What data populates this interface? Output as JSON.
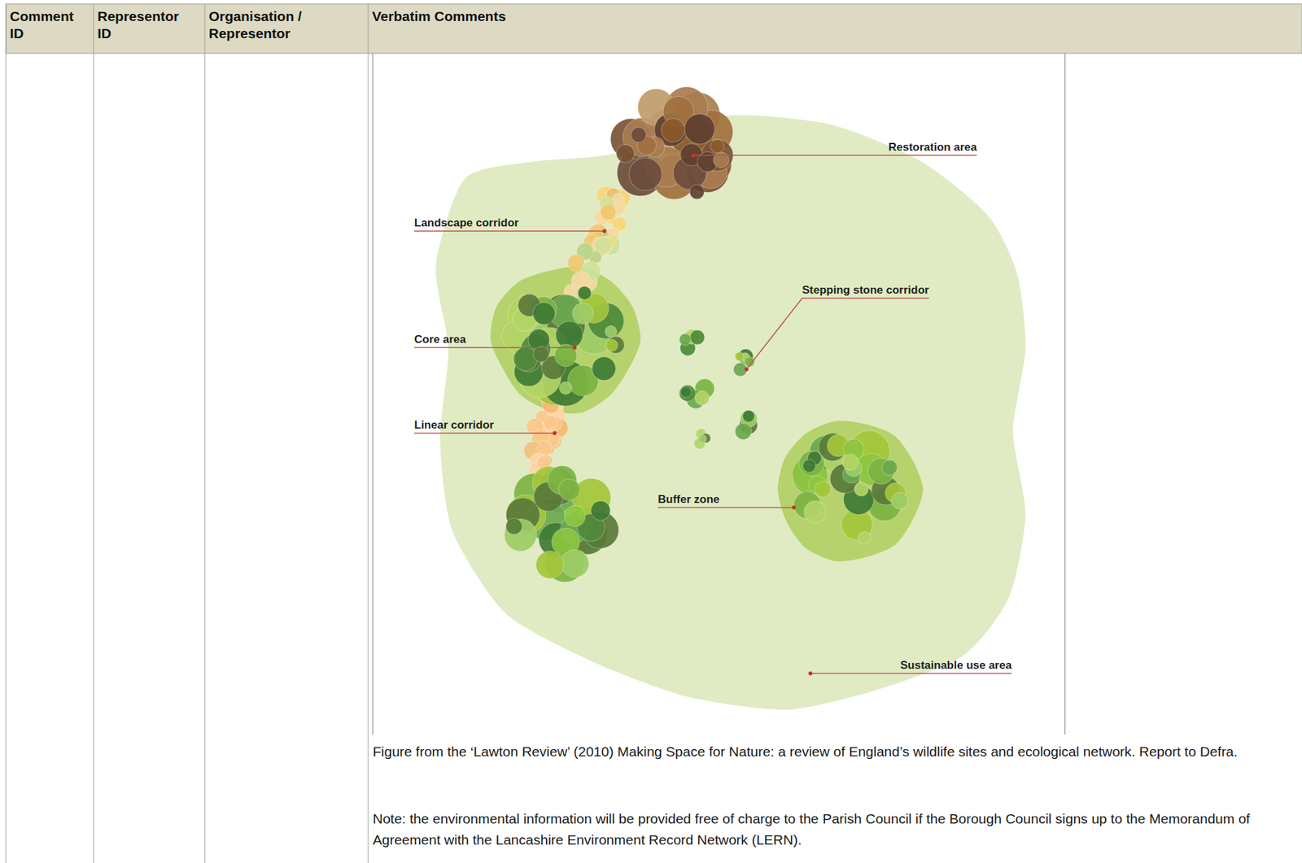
{
  "diagram": {
    "caption": "Figure from the ‘Lawton Review’ (2010) Making Space for Nature: a review of England’s wildlife sites and ecological network. Report to Defra.",
    "labels": [
      "Comment ID",
      "Representor ID",
      "Organisation / Representor",
      "Verbatim Comments",
      "Restoration area",
      "Landscape corridor",
      "Stepping stone corridor",
      "Core area",
      "Linear corridor",
      "Buffer zone",
      "Sustainable use area",
      "Note: the environmental information will be provided free of charge to the Parish Council if the Borough Council signs up to the Memorandum of Agreement with the Lancashire Environment Record Network (LERN)."
    ]
  }
}
